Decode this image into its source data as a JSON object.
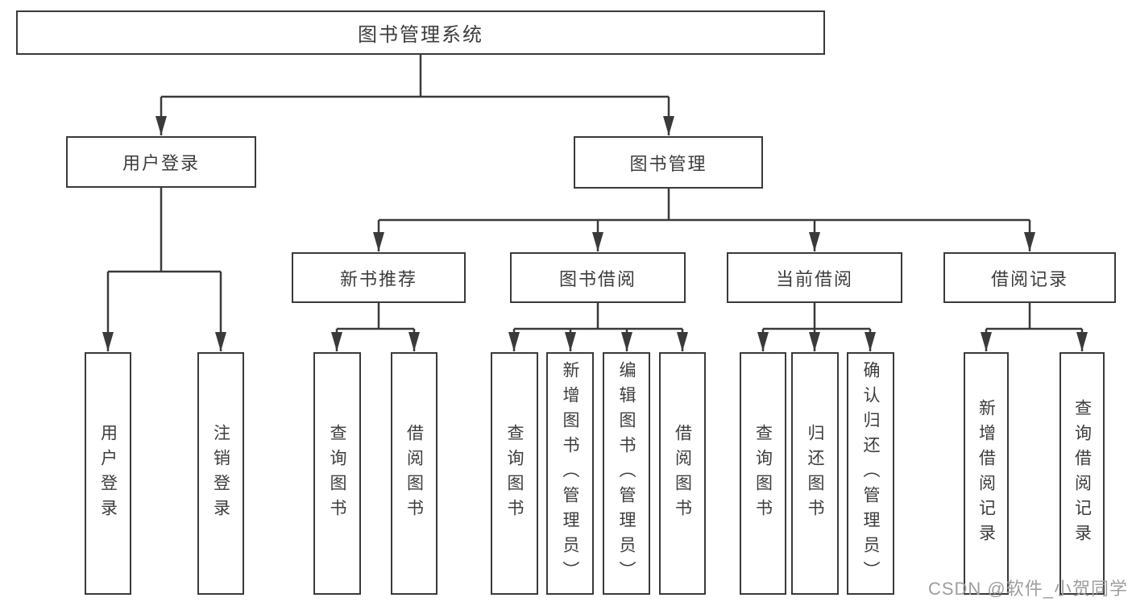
{
  "colors": {
    "line": "#3a3a3a",
    "border": "#3a3a3a",
    "box_bg": "#ffffff",
    "text": "#3d3d3d",
    "watermark": "#9e9e9e",
    "background": "#ffffff"
  },
  "watermark": "CSDN @软件_小贺同学",
  "tree": {
    "root": {
      "label": "图书管理系统"
    },
    "branches": [
      {
        "label": "用户登录",
        "children": [
          {
            "label": "用户登录"
          },
          {
            "label": "注销登录"
          }
        ]
      },
      {
        "label": "图书管理",
        "children": [
          {
            "label": "新书推荐",
            "children": [
              {
                "label": "查询图书"
              },
              {
                "label": "借阅图书"
              }
            ]
          },
          {
            "label": "图书借阅",
            "children": [
              {
                "label": "查询图书"
              },
              {
                "label": "新增图书（管理员）"
              },
              {
                "label": "编辑图书（管理员）"
              },
              {
                "label": "借阅图书"
              }
            ]
          },
          {
            "label": "当前借阅",
            "children": [
              {
                "label": "查询图书"
              },
              {
                "label": "归还图书"
              },
              {
                "label": "确认归还（管理员）"
              }
            ]
          },
          {
            "label": "借阅记录",
            "children": [
              {
                "label": "新增借阅记录"
              },
              {
                "label": "查询借阅记录"
              }
            ]
          }
        ]
      }
    ]
  }
}
